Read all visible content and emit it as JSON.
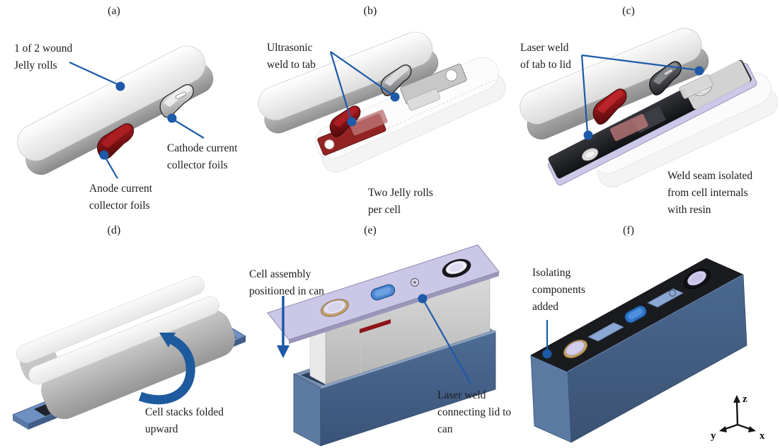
{
  "figure": {
    "description": "Battery prismatic cell assembly steps",
    "background": "#ffffff"
  },
  "colors": {
    "callout_blue": "#1d5aa8",
    "anode_red": "#8e1818",
    "cathode_gray": "#c7c7c7",
    "jelly_roll_gray": "#d9d9d9",
    "lid_lavender": "#cbc7e7",
    "can_blue": "#4a6890",
    "cell_top_black": "#1a1b1f",
    "vent_blue": "#3f7ed0",
    "isolator_blue": "#8ba8d4",
    "terminal_gold": "#c7a263"
  },
  "panels": {
    "a": {
      "tag": "(a)",
      "labels": {
        "jelly_roll": "1 of 2 wound Jelly rolls",
        "cathode": "Cathode current collector foils",
        "anode": "Anode current collector foils"
      }
    },
    "b": {
      "tag": "(b)",
      "labels": {
        "ultrasonic": "Ultrasonic weld to tab",
        "two_rolls": "Two Jelly rolls per cell"
      }
    },
    "c": {
      "tag": "(c)",
      "labels": {
        "laser_weld": "Laser weld of tab to lid",
        "resin": "Weld seam isolated from cell internals with resin"
      }
    },
    "d": {
      "tag": "(d)",
      "labels": {
        "folded": "Cell stacks folded upward"
      }
    },
    "e": {
      "tag": "(e)",
      "labels": {
        "positioned": "Cell assembly positioned in can",
        "laser_weld_can": "Laser weld connecting lid to can"
      }
    },
    "f": {
      "tag": "(f)",
      "labels": {
        "isolating": "Isolating components added"
      },
      "axes": {
        "x": "x",
        "y": "y",
        "z": "z"
      }
    }
  }
}
